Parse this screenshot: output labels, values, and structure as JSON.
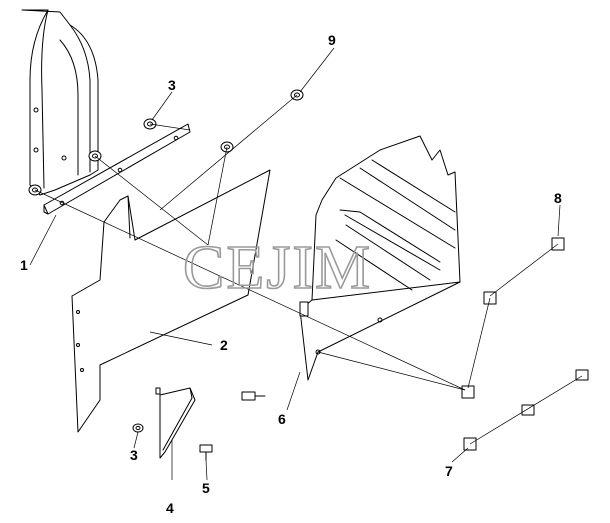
{
  "watermark": "CEJIM",
  "callouts": [
    {
      "id": "1",
      "text": "1"
    },
    {
      "id": "2",
      "text": "2"
    },
    {
      "id": "3a",
      "text": "3"
    },
    {
      "id": "3b",
      "text": "3"
    },
    {
      "id": "4",
      "text": "4"
    },
    {
      "id": "5",
      "text": "5"
    },
    {
      "id": "6",
      "text": "6"
    },
    {
      "id": "7",
      "text": "7"
    },
    {
      "id": "8",
      "text": "8"
    },
    {
      "id": "9",
      "text": "9"
    }
  ]
}
